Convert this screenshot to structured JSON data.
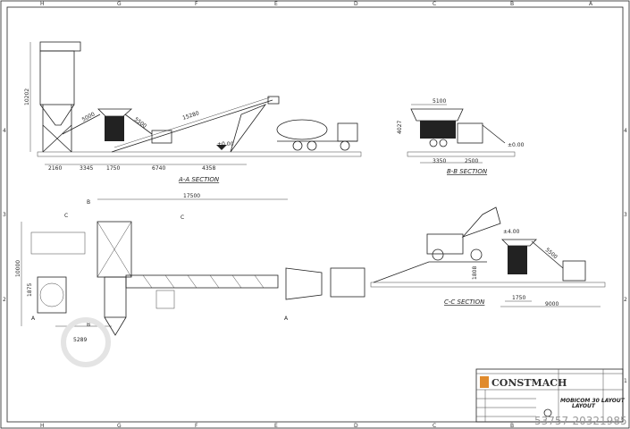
{
  "border": {
    "columns": [
      "H",
      "G",
      "F",
      "E",
      "D",
      "C",
      "B",
      "A"
    ],
    "rows": [
      "4",
      "3",
      "2",
      "1"
    ]
  },
  "section_aa": {
    "title": "A-A SECTION",
    "height": "10202",
    "conveyor_1": "5000",
    "conveyor_2": "5500",
    "conveyor_main": "15280",
    "level": "±0.00",
    "dims": [
      "2160",
      "3345",
      "1750",
      "6740",
      "4358"
    ]
  },
  "section_bb": {
    "title": "B-B SECTION",
    "width": "5100",
    "height": "4027",
    "level": "±0.00",
    "dims": [
      "3350",
      "2500"
    ]
  },
  "section_cc": {
    "title": "C-C SECTION",
    "level": "±4.00",
    "conveyor": "5500",
    "ramp_height": "1808",
    "dims": [
      "1750",
      "9000"
    ]
  },
  "plan": {
    "length": "17500",
    "width": "10000",
    "dim_small": "1875",
    "dim_bottom": "5289",
    "markers": [
      "A",
      "B",
      "C"
    ]
  },
  "title_block": {
    "company": "CONSTMACH",
    "drawing_title": "MOBICOM 30 LAYOUT",
    "drawing_subtitle": "LAYOUT",
    "logo_color": "#e08a2c"
  },
  "watermark": "53757-20321985"
}
